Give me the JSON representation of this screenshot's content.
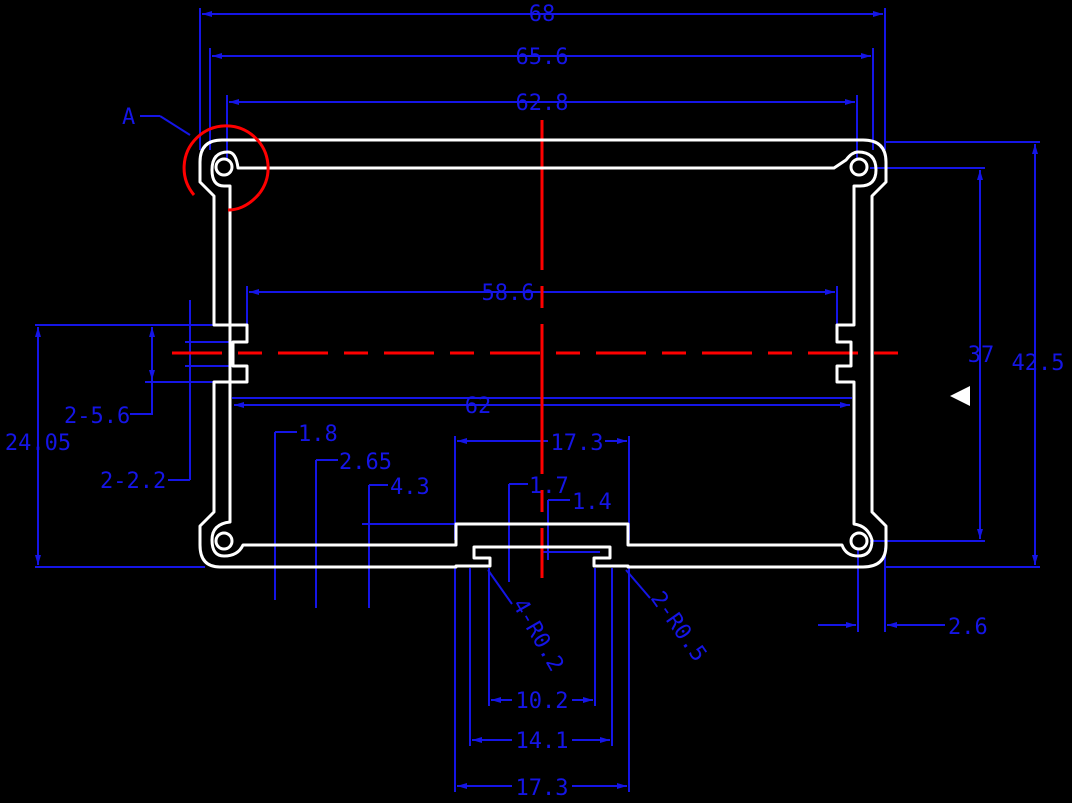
{
  "colors": {
    "background": "#000000",
    "dimension": "#1515e6",
    "profile": "#ffffff",
    "centerline": "#ff0000",
    "detail_marker": "#ff0000",
    "indicator": "#ffffff"
  },
  "detail": {
    "label": "A"
  },
  "dimensions": {
    "overall_width": "68",
    "outer_width": "65.6",
    "inner_width": "62.8",
    "slot_span": "58.6",
    "inner_span": "62",
    "inner_height": "37",
    "outer_height": "42.5",
    "offset_height": "24.05",
    "slot_height": "2-5.6",
    "slot_depth": "2-2.2",
    "wall_1": "1.8",
    "wall_2": "2.65",
    "wall_3": "4.3",
    "top_channel": "17.3",
    "rib_1": "1.7",
    "rib_2": "1.4",
    "corner_radius_4": "4-R0.2",
    "corner_radius_2": "2-R0.5",
    "channel_inner": "10.2",
    "channel_mid": "14.1",
    "channel_outer": "17.3",
    "edge_offset": "2.6"
  }
}
